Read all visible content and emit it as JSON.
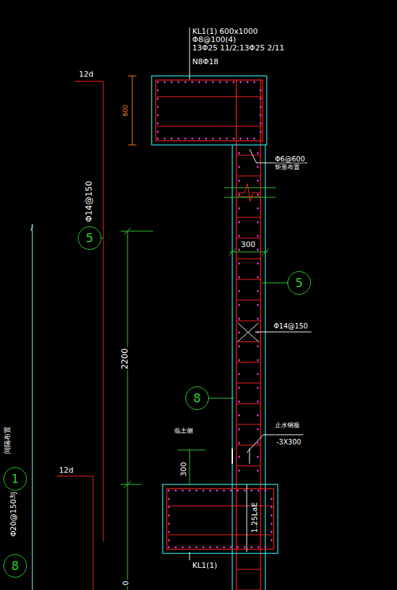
{
  "diagram": {
    "nodes": [
      {
        "text": [
          "5"
        ]
      },
      {
        "text": [
          "5"
        ]
      },
      {
        "text": [
          "8"
        ]
      },
      {
        "text": [
          "1"
        ]
      },
      {
        "text": [
          "8"
        ]
      }
    ],
    "labels": [
      "KL1(1) 600x1000",
      "Φ8@100(4)",
      "13Φ25 11/2;13Φ25 2/11",
      "N8Φ18",
      "12d",
      "600",
      "Φ6@600",
      "矩形布置",
      "Φ14@150",
      "300",
      "Φ14@150",
      "2200",
      "临土侧",
      "止水钢板",
      "-3X300",
      "300",
      "12d",
      "1.25LaE",
      "KL1(1)",
      "0",
      "间隔布置",
      "Φ20@150与"
    ]
  }
}
